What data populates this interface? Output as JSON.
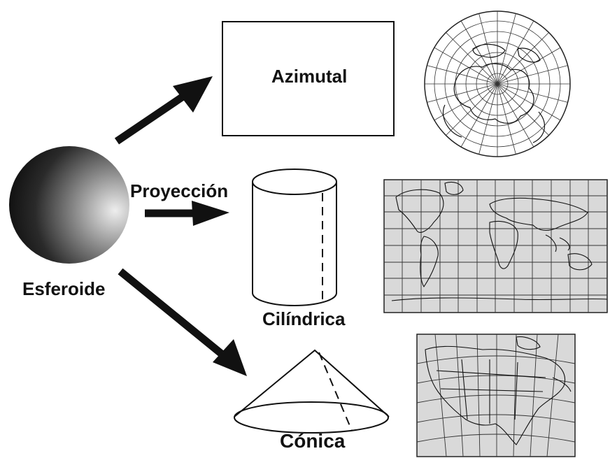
{
  "labels": {
    "spheroid": "Esferoide",
    "projection": "Proyección",
    "azimuthal": "Azimutal",
    "cylindrical": "Cilíndrica",
    "conic": "Cónica"
  },
  "colors": {
    "ink": "#111111",
    "map_fill": "#d9d9d9",
    "map_grid": "#333333",
    "sphere_dark": "#0d0d0d",
    "sphere_light": "#e6e6e6"
  },
  "icons": [
    "spheroid-globe",
    "arrow-up-right",
    "arrow-right",
    "arrow-down-right",
    "rectangle-plane",
    "cylinder",
    "cone",
    "polar-map",
    "world-map",
    "north-america-map"
  ]
}
